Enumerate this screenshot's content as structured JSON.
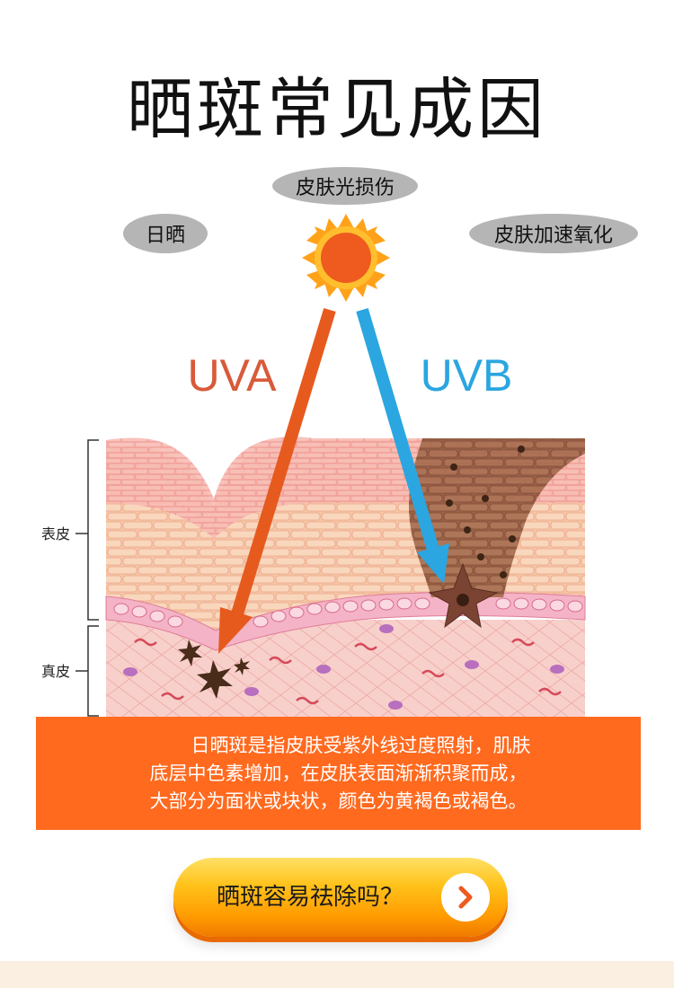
{
  "page": {
    "title": "晒斑常见成因"
  },
  "labels": {
    "top": "皮肤光损伤",
    "left": "日晒",
    "right": "皮肤加速氧化"
  },
  "rays": {
    "uva": "UVA",
    "uvb": "UVB"
  },
  "layers": {
    "epidermis": "表皮",
    "dermis": "真皮"
  },
  "caption": {
    "line1": "日晒斑是指皮肤受紫外线过度照射，肌肤",
    "line2": "底层中色素增加，在皮肤表面渐渐积聚而成，",
    "line3": "大部分为面状或块状，颜色为黄褐色或褐色。"
  },
  "cta": {
    "label": "晒斑容易祛除吗？"
  },
  "icons": {
    "sun": "sun-icon",
    "arrow": "chevron-right-icon"
  },
  "colors": {
    "uva": "#e65a1e",
    "uvb": "#2ba6e0",
    "caption_bg": "#ff6a1f",
    "pill_bg": "#b5b5b5",
    "sun": "#ff9a1a"
  }
}
